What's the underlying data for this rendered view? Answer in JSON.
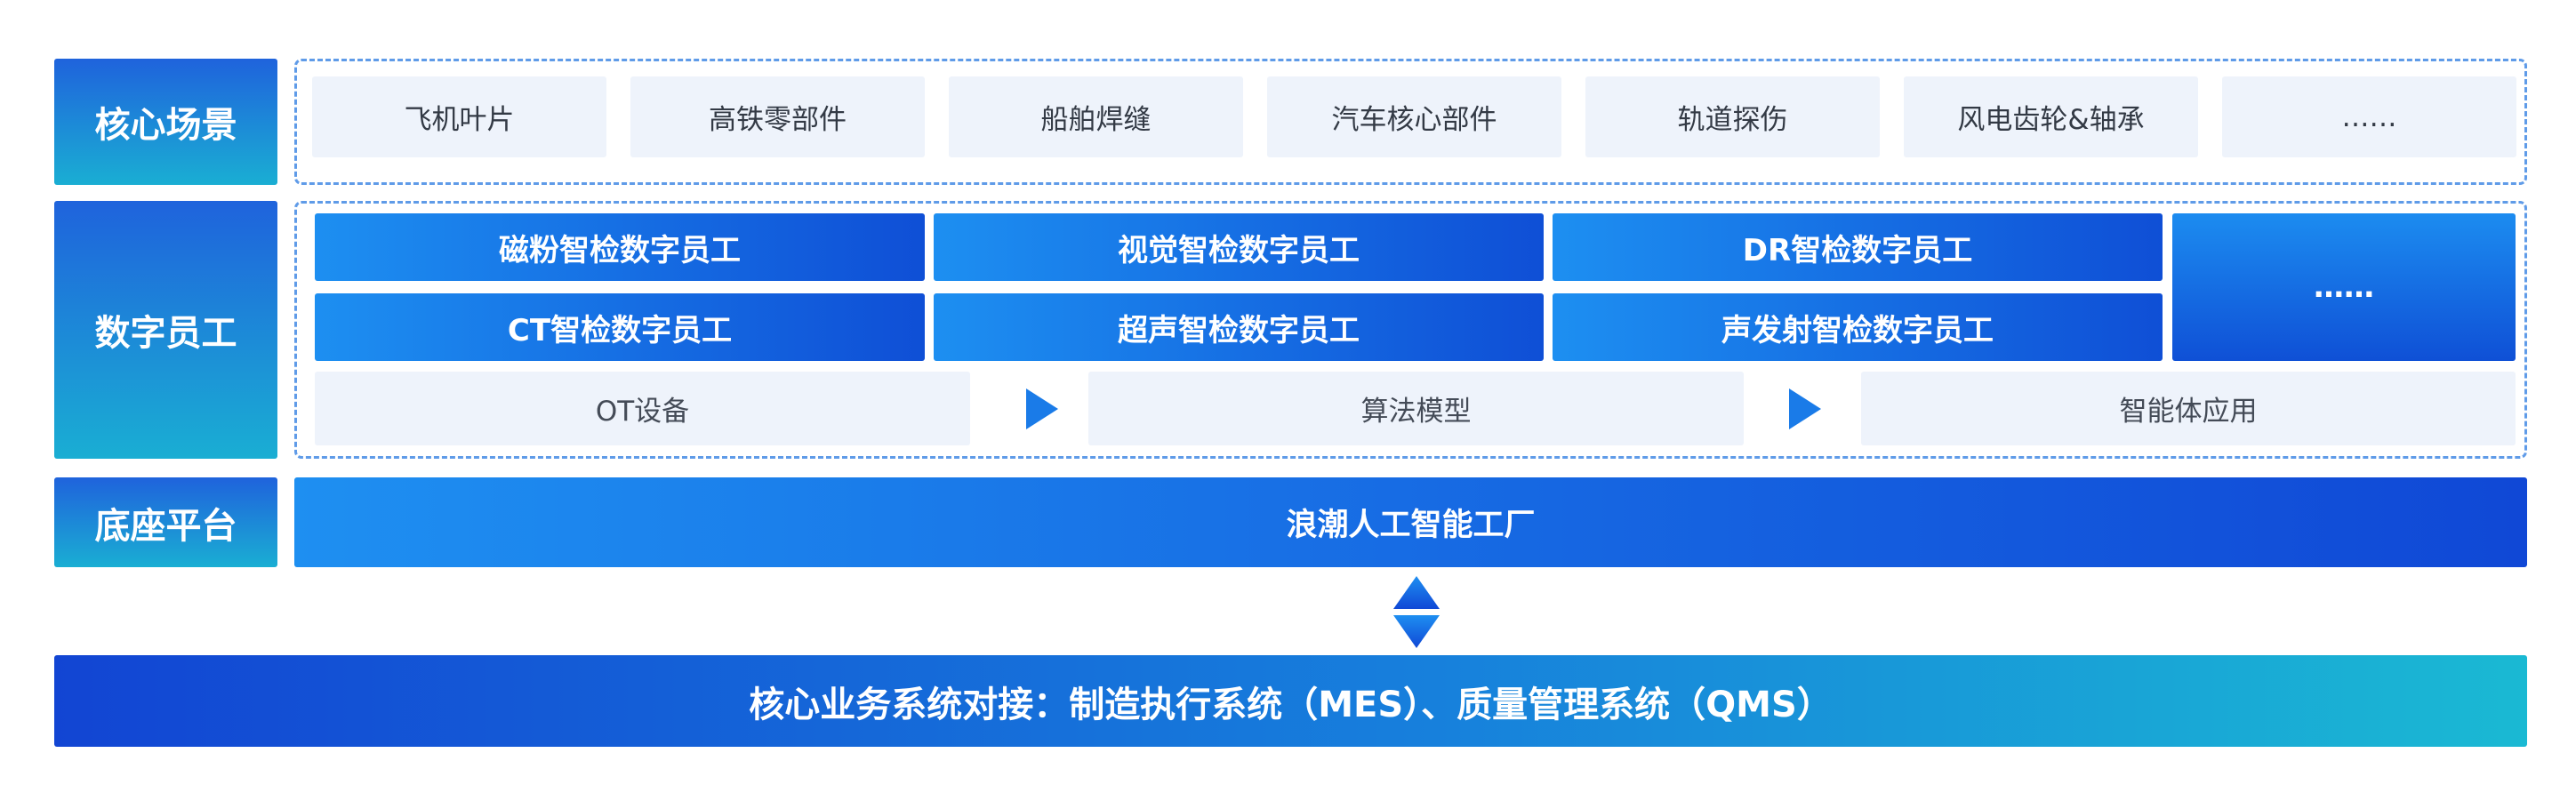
{
  "layers": {
    "scenarios": {
      "label": "核心场景",
      "items": [
        "飞机叶片",
        "高铁零部件",
        "船舶焊缝",
        "汽车核心部件",
        "轨道探伤",
        "风电齿轮&轴承",
        "……"
      ]
    },
    "digital_employees": {
      "label": "数字员工",
      "row1": [
        "磁粉智检数字员工",
        "视觉智检数字员工",
        "DR智检数字员工"
      ],
      "row2": [
        "CT智检数字员工",
        "超声智检数字员工",
        "声发射智检数字员工"
      ],
      "more": "……",
      "flow": [
        "OT设备",
        "算法模型",
        "智能体应用"
      ]
    },
    "platform": {
      "label": "底座平台",
      "name": "浪潮人工智能工厂"
    }
  },
  "bottom_bar": "核心业务系统对接：制造执行系统（MES）、质量管理系统（QMS）",
  "colors": {
    "primary_blue": "#0f4fd6",
    "light_blue": "#1d8ff1",
    "cyan": "#1ab9d3",
    "box_bg": "#eef3fb",
    "arrow": "#1a7be8"
  }
}
